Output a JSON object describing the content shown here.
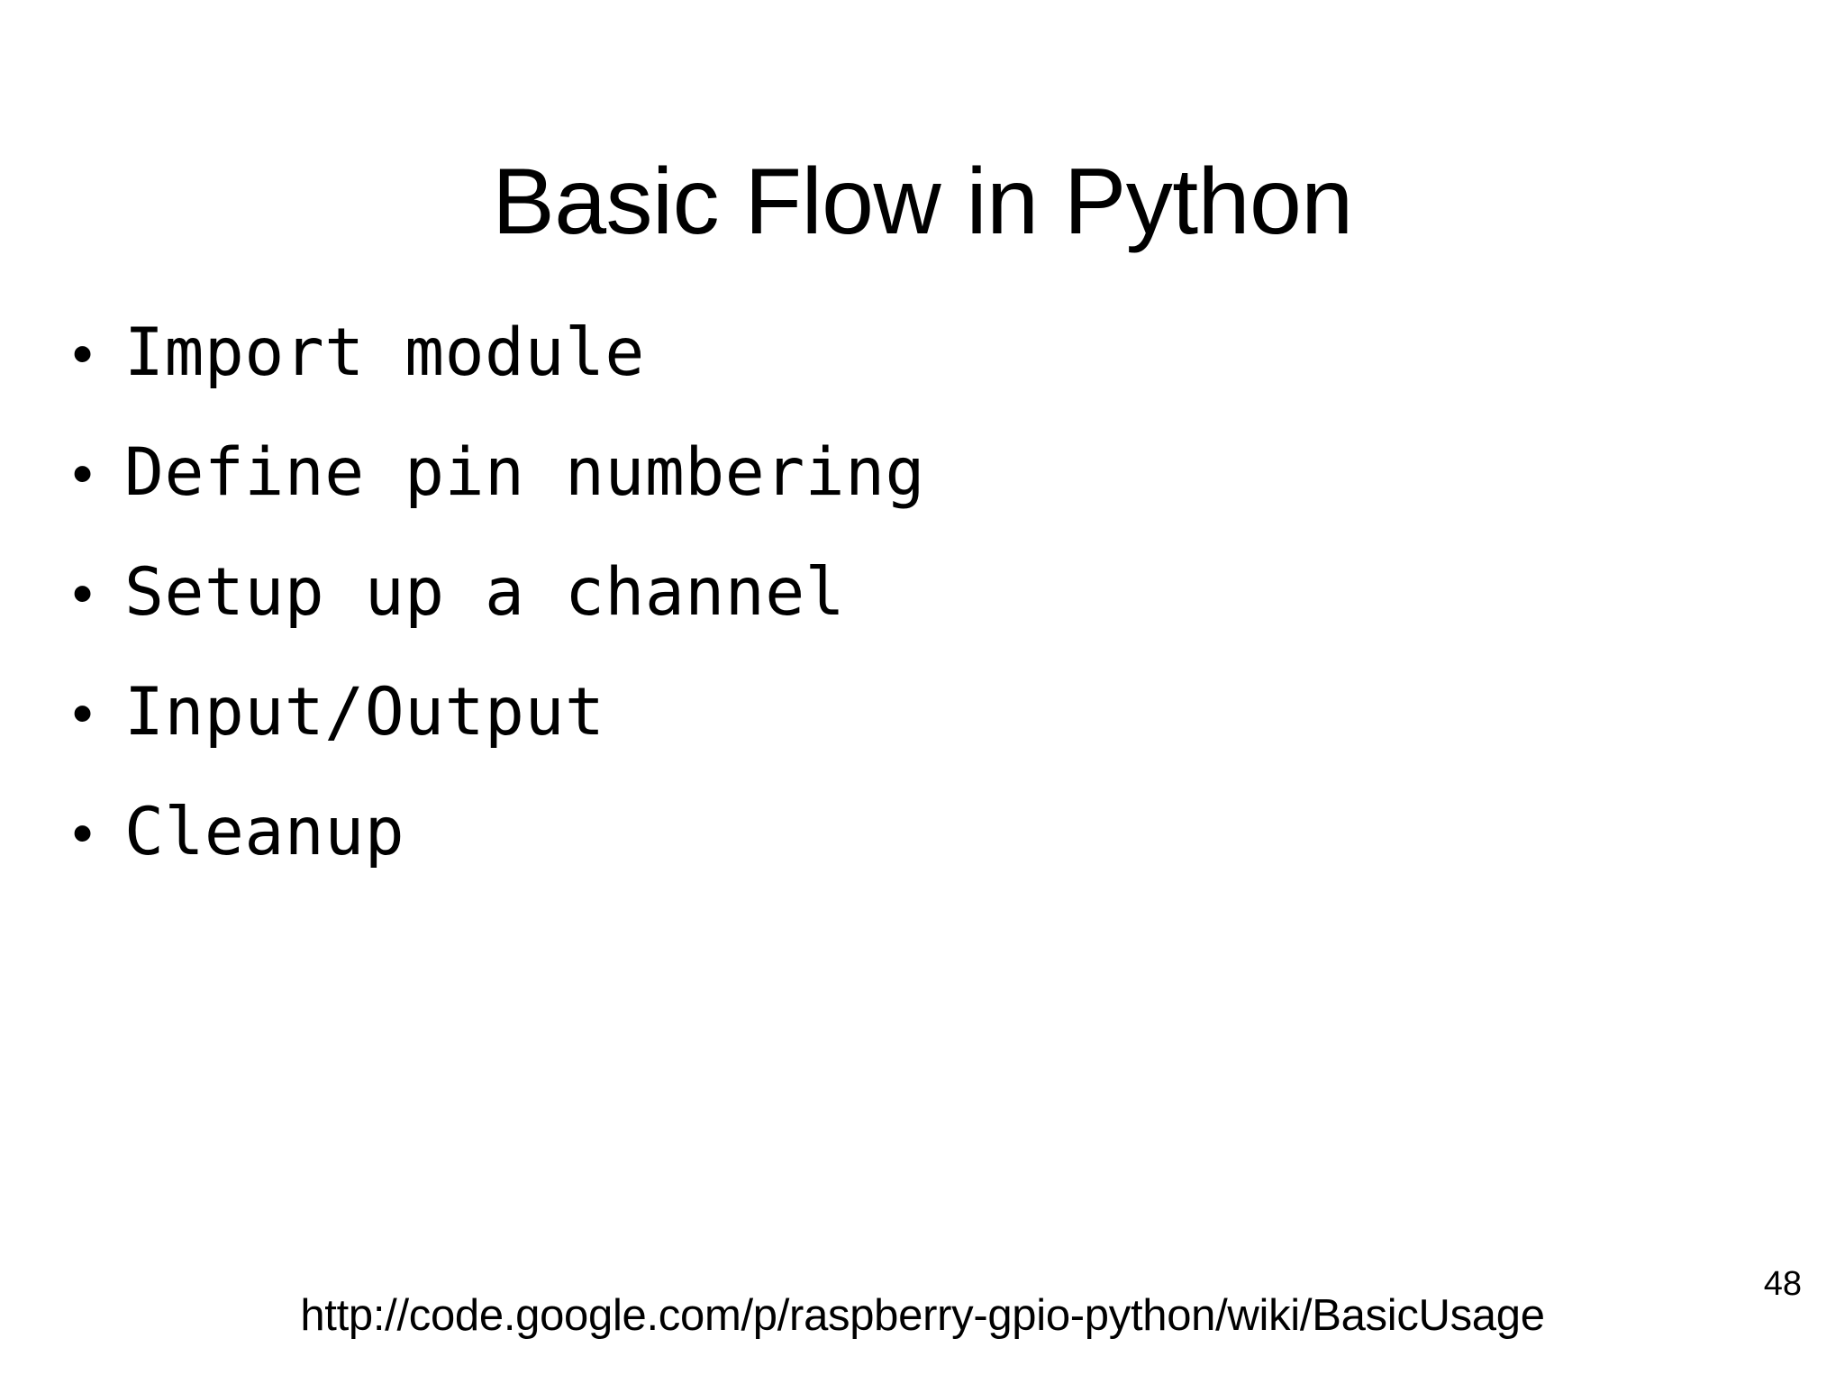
{
  "slide": {
    "title": "Basic Flow in Python",
    "background_color": "#ffffff",
    "text_color": "#000000",
    "bullet_marker": "•",
    "bullets": [
      {
        "label": "Import module"
      },
      {
        "label": "Define pin numbering"
      },
      {
        "label": "Setup up a channel"
      },
      {
        "label": "Input/Output"
      },
      {
        "label": "Cleanup"
      }
    ],
    "footer": {
      "url": "http://code.google.com/p/raspberry-gpio-python/wiki/BasicUsage",
      "page_number": "48"
    }
  }
}
